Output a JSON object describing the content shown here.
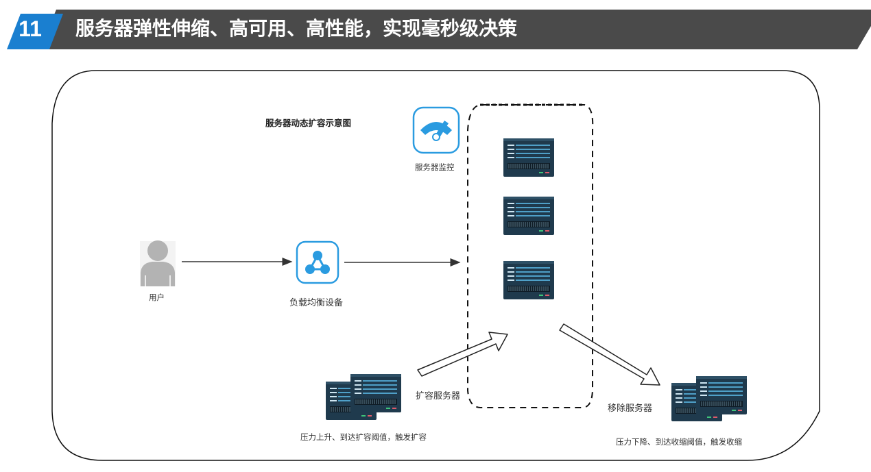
{
  "header": {
    "number": "11",
    "title": "服务器弹性伸缩、高可用、高性能，实现毫秒级决策"
  },
  "diagram": {
    "title": "服务器动态扩容示意图",
    "monitor_label": "服务器监控",
    "user_label": "用户",
    "lb_label": "负载均衡设备",
    "scale_out_label": "扩容服务器",
    "scale_in_label": "移除服务器",
    "scale_out_condition": "压力上升、到达扩容阈值，触发扩容",
    "scale_in_condition": "压力下降、到达收缩阈值，触发收缩"
  },
  "colors": {
    "banner_dark": "#4a4a4a",
    "badge_blue": "#1a7fd0",
    "icon_blue": "#2a9be0",
    "server_body": "#1f3a4d",
    "server_stripe": "#4fa0c8",
    "arrow_line": "#333333"
  },
  "icons": {
    "user": "user-icon",
    "load_balancer": "share-network-icon",
    "monitor": "speedometer-icon",
    "server": "server-rack-icon"
  }
}
